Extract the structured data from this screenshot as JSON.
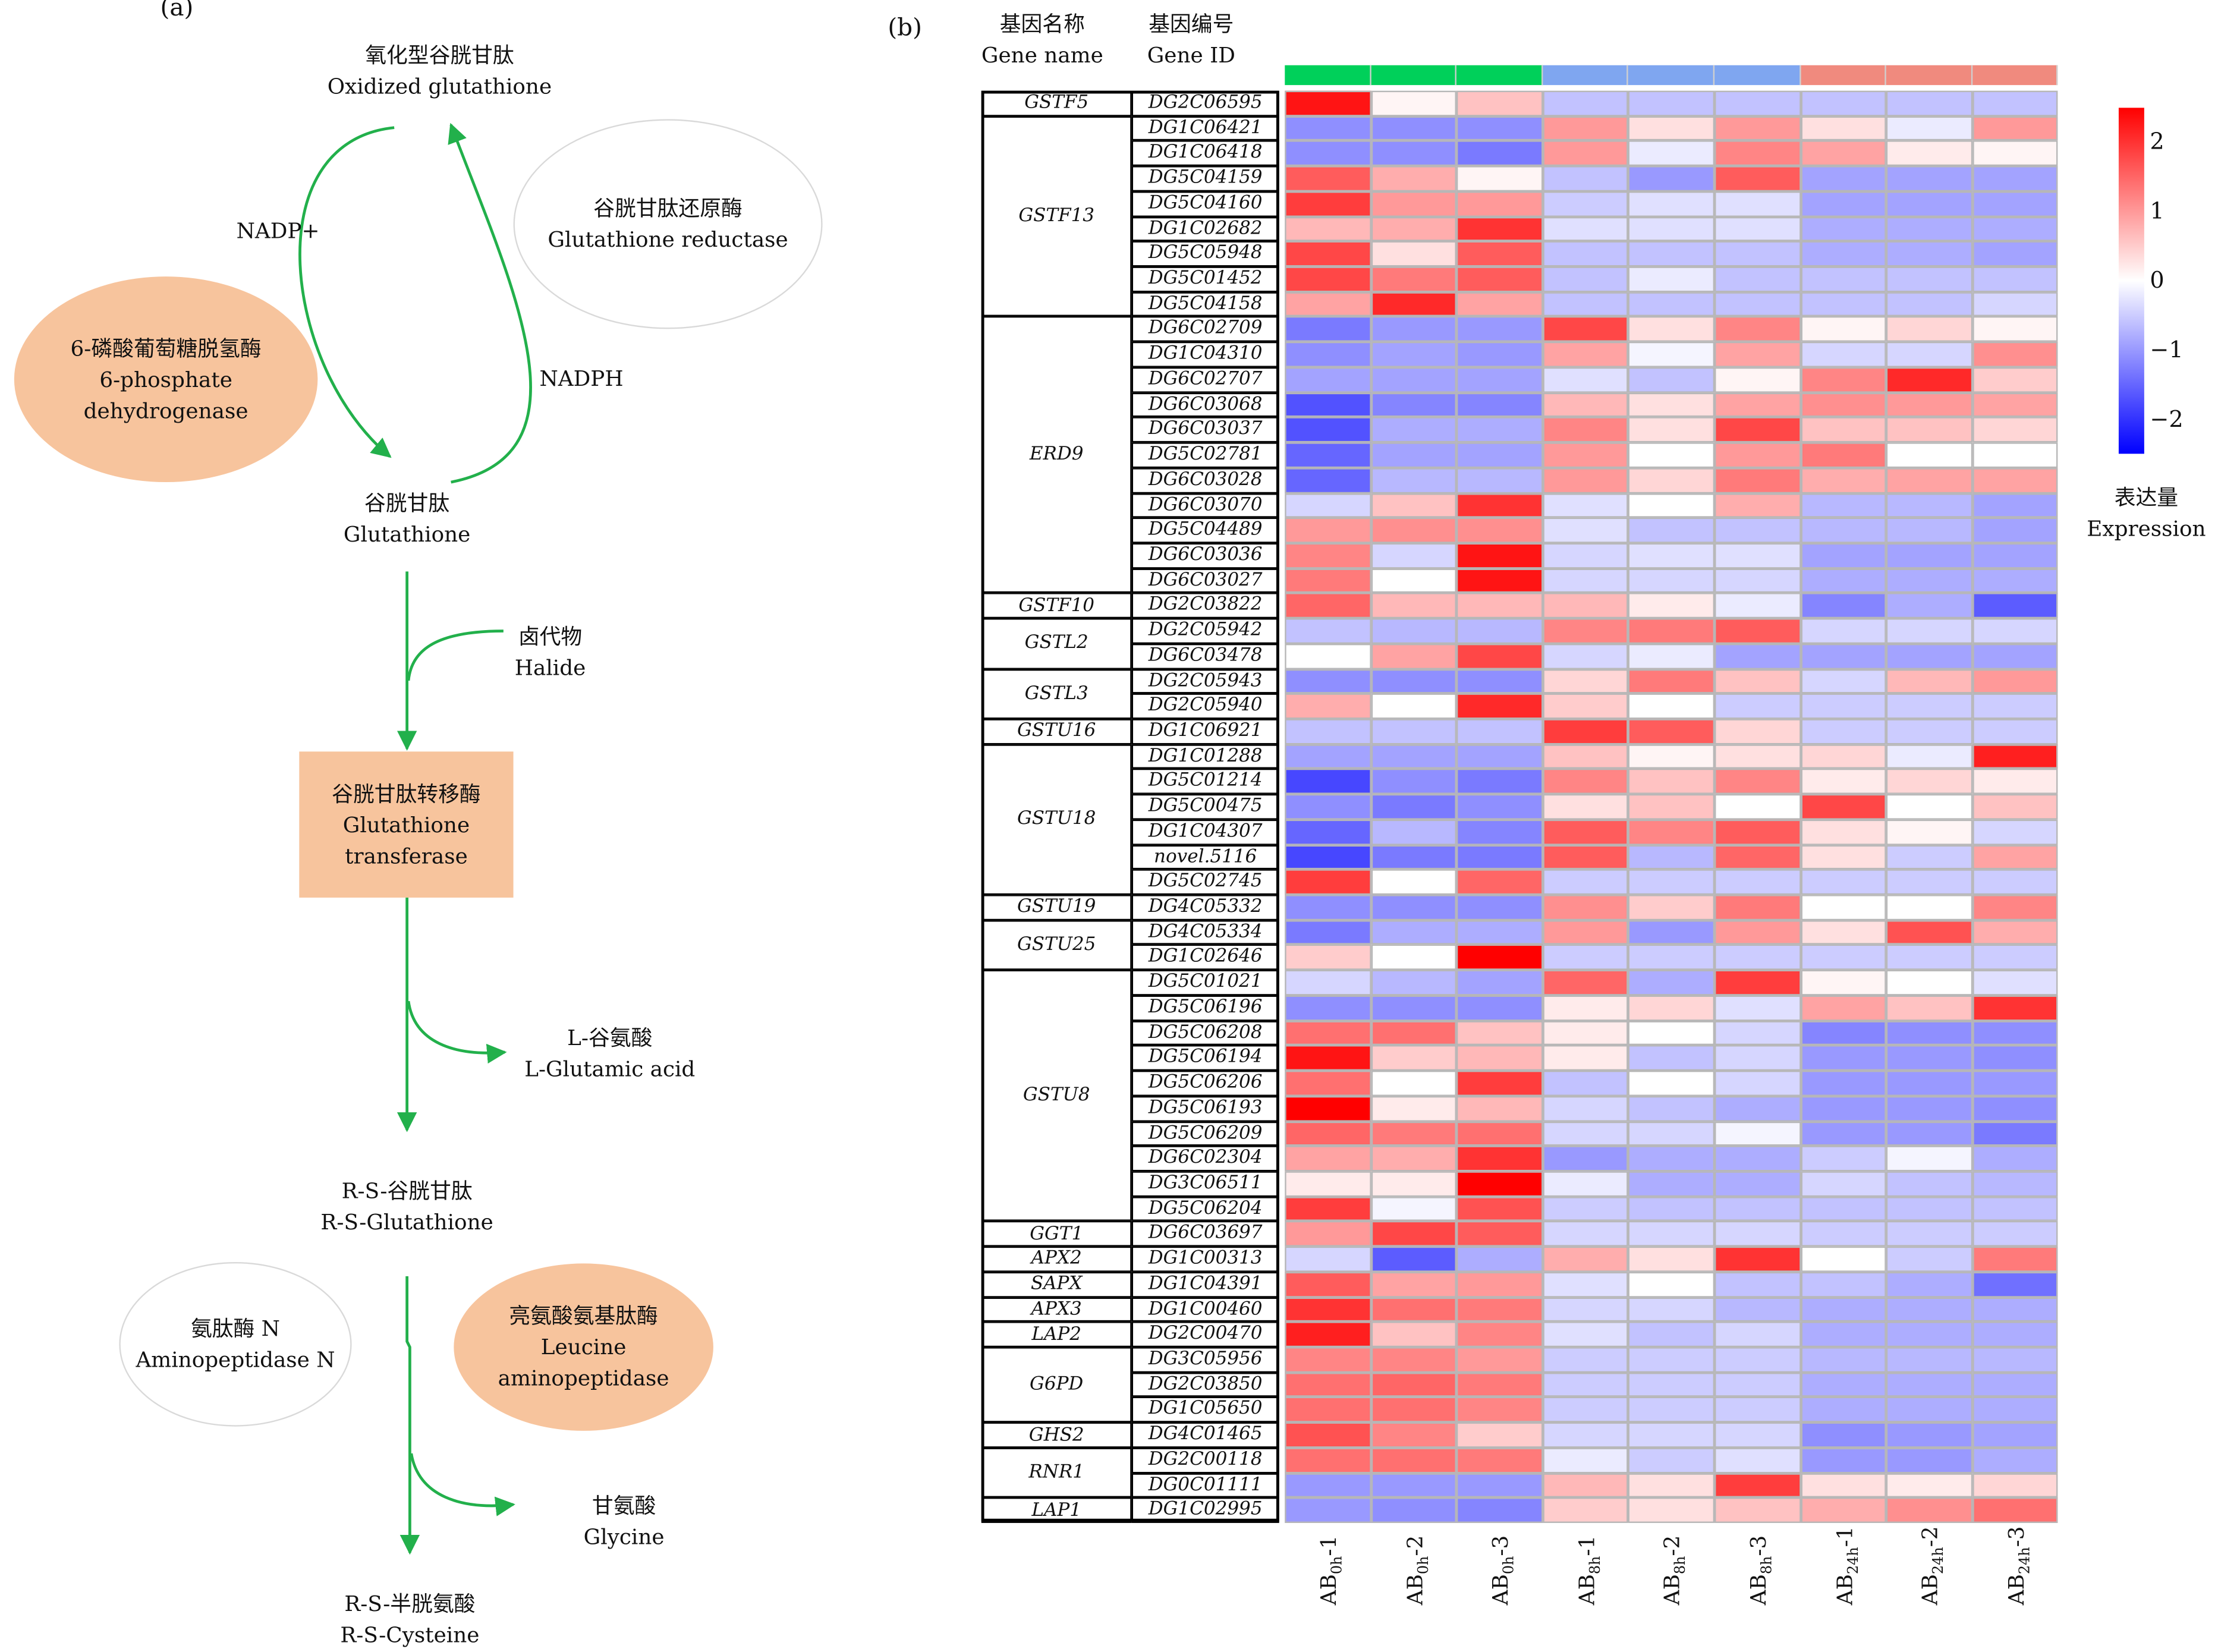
{
  "panels": {
    "a": {
      "label": "(a)",
      "nodes": {
        "oxidized_glutathione": {
          "zh": "氧化型谷胱甘肽",
          "en": "Oxidized glutathione"
        },
        "glutathione_reductase": {
          "zh": "谷胱甘肽还原酶",
          "en": "Glutathione reductase"
        },
        "nadp_plus": "NADP+",
        "nadph": "NADPH",
        "g6pd": {
          "zh": "6-磷酸葡萄糖脱氢酶",
          "en": "6-phosphate dehydrogenase"
        },
        "glutathione": {
          "zh": "谷胱甘肽",
          "en": "Glutathione"
        },
        "halide": {
          "zh": "卤代物",
          "en": "Halide"
        },
        "gst": {
          "zh": "谷胱甘肽转移酶",
          "en1": "Glutathione",
          "en2": "transferase"
        },
        "glutamic_acid": {
          "zh": "L-谷氨酸",
          "en": "L-Glutamic acid"
        },
        "rs_glutathione": {
          "zh": "R-S-谷胱甘肽",
          "en": "R-S-Glutathione"
        },
        "aminopeptidase_n": {
          "zh": "氨肽酶 N",
          "en": "Aminopeptidase N"
        },
        "leucine_aminopeptidase": {
          "zh": "亮氨酸氨基肽酶",
          "en1": "Leucine",
          "en2": "aminopeptidase"
        },
        "glycine": {
          "zh": "甘氨酸",
          "en": "Glycine"
        },
        "rs_cysteine": {
          "zh": "R-S-半胱氨酸",
          "en": "R-S-Cysteine"
        }
      },
      "colors": {
        "arrow": "#22b04b",
        "enzyme_highlight": "#f7c49d"
      }
    },
    "b": {
      "label": "(b)",
      "header_gene_name": {
        "zh": "基因名称",
        "en": "Gene name"
      },
      "header_gene_id": {
        "zh": "基因编号",
        "en": "Gene ID"
      },
      "legend_title": {
        "zh": "表达量",
        "en": "Expression"
      },
      "colorbar_ticks": [
        "2",
        "1",
        "0",
        "−1",
        "−2"
      ],
      "colorbar_range": [
        -2.5,
        2.5
      ],
      "colors": {
        "group_0h": "#00d05a",
        "group_8h": "#7fa6f0",
        "group_24h": "#f08a7e",
        "high": "#ff0000",
        "mid": "#ffffff",
        "low": "#0000ff"
      },
      "column_labels": [
        {
          "base": "AB",
          "sub": "0h",
          "rep": "-1"
        },
        {
          "base": "AB",
          "sub": "0h",
          "rep": "-2"
        },
        {
          "base": "AB",
          "sub": "0h",
          "rep": "-3"
        },
        {
          "base": "AB",
          "sub": "8h",
          "rep": "-1"
        },
        {
          "base": "AB",
          "sub": "8h",
          "rep": "-2"
        },
        {
          "base": "AB",
          "sub": "8h",
          "rep": "-3"
        },
        {
          "base": "AB",
          "sub": "24h",
          "rep": "-1"
        },
        {
          "base": "AB",
          "sub": "24h",
          "rep": "-2"
        },
        {
          "base": "AB",
          "sub": "24h",
          "rep": "-3"
        }
      ],
      "groups": [
        {
          "name": "GSTF5",
          "ids": [
            "DG2C06595"
          ]
        },
        {
          "name": "GSTF13",
          "ids": [
            "DG1C06421",
            "DG1C06418",
            "DG5C04159",
            "DG5C04160",
            "DG1C02682",
            "DG5C05948",
            "DG5C01452",
            "DG5C04158"
          ]
        },
        {
          "name": "ERD9",
          "ids": [
            "DG6C02709",
            "DG1C04310",
            "DG6C02707",
            "DG6C03068",
            "DG6C03037",
            "DG5C02781",
            "DG6C03028",
            "DG6C03070",
            "DG5C04489",
            "DG6C03036",
            "DG6C03027"
          ]
        },
        {
          "name": "GSTF10",
          "ids": [
            "DG2C03822"
          ]
        },
        {
          "name": "GSTL2",
          "ids": [
            "DG2C05942",
            "DG6C03478"
          ]
        },
        {
          "name": "GSTL3",
          "ids": [
            "DG2C05943",
            "DG2C05940"
          ]
        },
        {
          "name": "GSTU16",
          "ids": [
            "DG1C06921"
          ]
        },
        {
          "name": "GSTU18",
          "ids": [
            "DG1C01288",
            "DG5C01214",
            "DG5C00475",
            "DG1C04307",
            "novel.5116",
            "DG5C02745"
          ]
        },
        {
          "name": "GSTU19",
          "ids": [
            "DG4C05332"
          ]
        },
        {
          "name": "GSTU25",
          "ids": [
            "DG4C05334",
            "DG1C02646"
          ]
        },
        {
          "name": "GSTU8",
          "ids": [
            "DG5C01021",
            "DG5C06196",
            "DG5C06208",
            "DG5C06194",
            "DG5C06206",
            "DG5C06193",
            "DG5C06209",
            "DG6C02304",
            "DG3C06511",
            "DG5C06204"
          ]
        },
        {
          "name": "GGT1",
          "ids": [
            "DG6C03697"
          ]
        },
        {
          "name": "APX2",
          "ids": [
            "DG1C00313"
          ]
        },
        {
          "name": "SAPX",
          "ids": [
            "DG1C04391"
          ]
        },
        {
          "name": "APX3",
          "ids": [
            "DG1C00460"
          ]
        },
        {
          "name": "LAP2",
          "ids": [
            "DG2C00470"
          ]
        },
        {
          "name": "G6PD",
          "ids": [
            "DG3C05956",
            "DG2C03850",
            "DG1C05650"
          ]
        },
        {
          "name": "GHS2",
          "ids": [
            "DG4C01465"
          ]
        },
        {
          "name": "RNR1",
          "ids": [
            "DG2C00118",
            "DG0C01111"
          ]
        },
        {
          "name": "LAP1",
          "ids": [
            "DG1C02995"
          ]
        }
      ]
    }
  },
  "chart_data": {
    "type": "heatmap",
    "value_range": [
      -2.5,
      2.5
    ],
    "x": [
      "AB0h-1",
      "AB0h-2",
      "AB0h-3",
      "AB8h-1",
      "AB8h-2",
      "AB8h-3",
      "AB24h-1",
      "AB24h-2",
      "AB24h-3"
    ],
    "y": [
      "DG2C06595",
      "DG1C06421",
      "DG1C06418",
      "DG5C04159",
      "DG5C04160",
      "DG1C02682",
      "DG5C05948",
      "DG5C01452",
      "DG5C04158",
      "DG6C02709",
      "DG1C04310",
      "DG6C02707",
      "DG6C03068",
      "DG6C03037",
      "DG5C02781",
      "DG6C03028",
      "DG6C03070",
      "DG5C04489",
      "DG6C03036",
      "DG6C03027",
      "DG2C03822",
      "DG2C05942",
      "DG6C03478",
      "DG2C05943",
      "DG2C05940",
      "DG1C06921",
      "DG1C01288",
      "DG5C01214",
      "DG5C00475",
      "DG1C04307",
      "novel.5116",
      "DG5C02745",
      "DG4C05332",
      "DG4C05334",
      "DG1C02646",
      "DG5C01021",
      "DG5C06196",
      "DG5C06208",
      "DG5C06194",
      "DG5C06206",
      "DG5C06193",
      "DG5C06209",
      "DG6C02304",
      "DG3C06511",
      "DG5C06204",
      "DG6C03697",
      "DG1C00313",
      "DG1C04391",
      "DG1C00460",
      "DG2C00470",
      "DG3C05956",
      "DG2C03850",
      "DG1C05650",
      "DG4C01465",
      "DG2C00118",
      "DG0C01111",
      "DG1C02995"
    ],
    "values": [
      [
        2.3,
        0.1,
        0.6,
        -0.6,
        -0.6,
        -0.6,
        -0.6,
        -0.6,
        -0.6
      ],
      [
        -1.1,
        -1.1,
        -1.1,
        1.0,
        0.3,
        1.0,
        0.3,
        -0.2,
        1.0
      ],
      [
        -1.1,
        -1.1,
        -1.3,
        1.0,
        -0.2,
        1.2,
        0.9,
        0.2,
        0.1
      ],
      [
        1.6,
        0.8,
        0.1,
        -0.6,
        -1.0,
        1.6,
        -0.9,
        -0.9,
        -0.9
      ],
      [
        1.9,
        1.0,
        1.0,
        -0.5,
        -0.3,
        -0.3,
        -0.9,
        -0.9,
        -0.9
      ],
      [
        0.7,
        0.8,
        2.0,
        -0.3,
        -0.3,
        -0.3,
        -0.8,
        -0.8,
        -0.8
      ],
      [
        1.8,
        0.3,
        1.6,
        -0.6,
        -0.6,
        -0.6,
        -0.8,
        -0.8,
        -0.9
      ],
      [
        1.8,
        1.3,
        1.6,
        -0.6,
        -0.2,
        -0.6,
        -0.6,
        -0.6,
        -0.6
      ],
      [
        0.9,
        2.1,
        0.9,
        -0.6,
        -0.6,
        -0.6,
        -0.6,
        -0.6,
        -0.4
      ],
      [
        -1.3,
        -1.0,
        -1.0,
        1.8,
        0.3,
        1.2,
        0.1,
        0.4,
        0.1
      ],
      [
        -1.1,
        -0.9,
        -1.0,
        0.9,
        -0.1,
        0.9,
        -0.4,
        -0.4,
        1.1
      ],
      [
        -0.9,
        -0.9,
        -0.9,
        -0.3,
        -0.6,
        0.1,
        1.2,
        2.1,
        0.5
      ],
      [
        -1.7,
        -1.2,
        -1.2,
        0.7,
        0.3,
        0.9,
        1.1,
        1.0,
        0.9
      ],
      [
        -1.7,
        -0.8,
        -0.8,
        1.2,
        0.3,
        1.8,
        0.6,
        0.6,
        0.4
      ],
      [
        -1.5,
        -0.9,
        -0.9,
        1.0,
        0.0,
        1.0,
        1.3,
        0.0,
        0.0
      ],
      [
        -1.5,
        -0.7,
        -0.7,
        1.0,
        0.4,
        1.3,
        0.8,
        0.9,
        0.9
      ],
      [
        -0.4,
        0.6,
        2.0,
        -0.3,
        0.0,
        0.8,
        -0.7,
        -0.7,
        -0.9
      ],
      [
        1.0,
        1.1,
        1.1,
        -0.3,
        -0.6,
        -0.6,
        -0.7,
        -0.7,
        -0.9
      ],
      [
        1.2,
        -0.4,
        2.3,
        -0.4,
        -0.3,
        -0.3,
        -0.9,
        -0.9,
        -0.9
      ],
      [
        1.3,
        0.0,
        2.3,
        -0.4,
        -0.4,
        -0.4,
        -0.8,
        -0.8,
        -0.8
      ],
      [
        1.5,
        0.7,
        0.7,
        0.7,
        0.2,
        -0.2,
        -1.2,
        -0.8,
        -1.6
      ],
      [
        -0.6,
        -0.7,
        -0.7,
        1.2,
        1.3,
        1.6,
        -0.4,
        -0.4,
        -0.4
      ],
      [
        0.0,
        0.9,
        1.8,
        -0.4,
        -0.2,
        -0.9,
        -0.9,
        -0.9,
        -0.9
      ],
      [
        -1.1,
        -1.1,
        -1.1,
        0.4,
        1.3,
        0.6,
        -0.4,
        0.7,
        1.0
      ],
      [
        0.8,
        0.0,
        2.1,
        0.5,
        0.0,
        -0.5,
        -0.5,
        -0.5,
        -0.5
      ],
      [
        -0.6,
        -0.6,
        -0.6,
        1.9,
        1.6,
        0.4,
        -0.5,
        -0.5,
        -0.5
      ],
      [
        -0.9,
        -0.9,
        -0.9,
        0.6,
        0.1,
        0.3,
        0.4,
        -0.2,
        2.2
      ],
      [
        -1.8,
        -1.1,
        -1.3,
        1.2,
        0.6,
        1.2,
        0.2,
        0.4,
        0.2
      ],
      [
        -1.1,
        -1.3,
        -1.1,
        0.3,
        0.6,
        0.0,
        1.8,
        0.0,
        0.6
      ],
      [
        -1.5,
        -0.7,
        -1.2,
        1.6,
        1.2,
        1.6,
        0.3,
        0.1,
        -0.4
      ],
      [
        -1.8,
        -1.3,
        -1.3,
        1.6,
        -0.7,
        1.5,
        0.3,
        -0.5,
        0.9
      ],
      [
        1.9,
        0.0,
        1.5,
        -0.5,
        -0.5,
        -0.5,
        -0.5,
        -0.5,
        -0.5
      ],
      [
        -1.1,
        -1.1,
        -1.1,
        1.1,
        0.5,
        1.3,
        0.0,
        0.0,
        1.2
      ],
      [
        -1.3,
        -0.8,
        -0.8,
        1.0,
        -1.0,
        1.0,
        0.3,
        1.7,
        0.8
      ],
      [
        0.5,
        0.0,
        2.5,
        -0.5,
        -0.5,
        -0.5,
        -0.5,
        -0.5,
        -0.5
      ],
      [
        -0.4,
        -0.7,
        -0.9,
        1.5,
        -0.8,
        1.9,
        0.1,
        0.0,
        -0.3
      ],
      [
        -1.1,
        -1.1,
        -1.1,
        0.2,
        0.4,
        -0.3,
        0.9,
        0.6,
        2.0
      ],
      [
        1.4,
        1.4,
        0.6,
        0.2,
        0.0,
        -0.4,
        -1.2,
        -1.1,
        -1.1
      ],
      [
        2.3,
        0.5,
        0.7,
        0.2,
        -0.6,
        -0.4,
        -1.0,
        -1.0,
        -1.1
      ],
      [
        1.4,
        0.0,
        1.9,
        -0.6,
        0.0,
        -0.4,
        -1.0,
        -1.0,
        -1.0
      ],
      [
        2.5,
        0.2,
        0.7,
        -0.4,
        -0.6,
        -0.8,
        -1.0,
        -1.0,
        -1.1
      ],
      [
        1.5,
        1.3,
        1.4,
        -0.4,
        -0.4,
        -0.1,
        -1.0,
        -1.0,
        -1.3
      ],
      [
        0.9,
        0.8,
        2.0,
        -1.0,
        -0.8,
        -0.8,
        -0.5,
        -0.1,
        -0.8
      ],
      [
        0.2,
        0.2,
        2.5,
        -0.2,
        -0.8,
        -0.8,
        -0.4,
        -0.6,
        -0.7
      ],
      [
        1.9,
        -0.1,
        1.7,
        -0.5,
        -0.6,
        -0.6,
        -0.6,
        -0.6,
        -0.6
      ],
      [
        1.0,
        1.8,
        1.6,
        -0.4,
        -0.4,
        -0.4,
        -0.5,
        -0.5,
        -0.5
      ],
      [
        -0.4,
        -1.6,
        -0.8,
        0.8,
        0.3,
        2.0,
        0.0,
        -0.5,
        1.3
      ],
      [
        1.6,
        0.9,
        1.0,
        -0.3,
        0.0,
        -0.6,
        -0.6,
        -0.8,
        -1.4
      ],
      [
        2.0,
        1.4,
        1.3,
        -0.4,
        -0.4,
        -0.7,
        -0.8,
        -0.8,
        -0.8
      ],
      [
        2.2,
        0.6,
        1.2,
        -0.3,
        -0.6,
        -0.4,
        -0.8,
        -0.8,
        -0.8
      ],
      [
        1.2,
        1.2,
        1.0,
        -0.5,
        -0.5,
        -0.5,
        -0.7,
        -0.7,
        -0.7
      ],
      [
        1.4,
        1.5,
        1.3,
        -0.5,
        -0.5,
        -0.5,
        -0.8,
        -0.8,
        -0.8
      ],
      [
        1.4,
        1.4,
        1.2,
        -0.5,
        -0.5,
        -0.5,
        -0.8,
        -0.8,
        -0.8
      ],
      [
        1.7,
        1.2,
        0.5,
        -0.4,
        -0.4,
        -0.4,
        -1.1,
        -1.0,
        -0.9
      ],
      [
        1.4,
        1.4,
        1.3,
        -0.2,
        -0.5,
        -0.3,
        -1.0,
        -1.0,
        -0.8
      ],
      [
        -1.0,
        -1.0,
        -1.0,
        0.7,
        0.3,
        1.9,
        0.3,
        0.2,
        0.4
      ],
      [
        -1.0,
        -1.1,
        -1.2,
        0.5,
        0.3,
        0.6,
        0.8,
        1.1,
        1.4
      ]
    ]
  }
}
